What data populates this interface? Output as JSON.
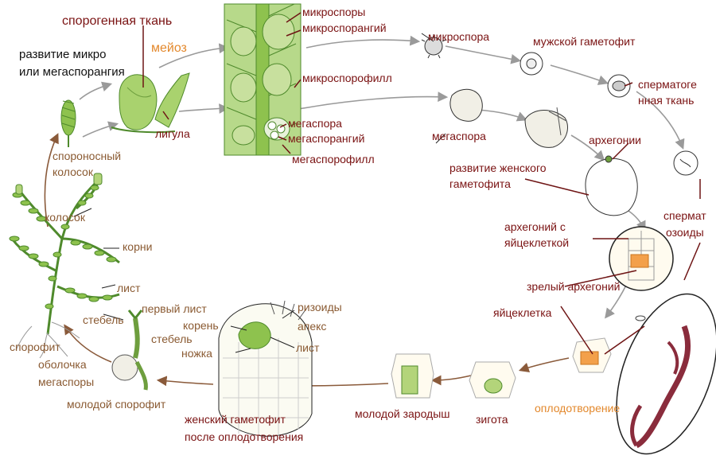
{
  "colors": {
    "plant_green": "#8ec24e",
    "plant_dark": "#4f8a2c",
    "label_dark_red": "#7a1212",
    "label_brown": "#8a5a32",
    "label_orange": "#e3882c",
    "arrow_grey": "#9a9a9a",
    "arrow_brown": "#8a5a3a",
    "sperm_red": "#8a2c3c",
    "egg_orange": "#f3a04a"
  },
  "labels": {
    "sporogenous_tissue": "спорогенная ткань",
    "meiosis": "мейоз",
    "development_line1": "развитие микро",
    "development_line2": "или мегаспорангия",
    "ligula": "лигула",
    "strobilus_line1": "спороносный",
    "strobilus_line2": "колосок",
    "microspores": "микроспоры",
    "microsporangium": "микроспорангий",
    "microsporophyll": "микроспорофилл",
    "megaspore_left": "мегаспора",
    "megasporangium": "мегаспорангий",
    "megasporophyll": "мегаспорофилл",
    "microspore": "микроспора",
    "male_gametophyte": "мужской гаметофит",
    "spermatogenous_line1": "спермато­ге",
    "spermatogenous_line2": "нная ткань",
    "megaspore_right": "мегаспора",
    "archegonia": "архегонии",
    "female_dev_line1": "развитие женского",
    "female_dev_line2": "гаметофита",
    "spermatozoids_line1": "спермат",
    "spermatozoids_line2": "озоиды",
    "archegonium_egg_line1": "архегоний с",
    "archegonium_egg_line2": "яйцеклеткой",
    "mature_archegonium": "зрелый архегоний",
    "egg_cell": "яйцеклетка",
    "fertilization": "оплодотворение",
    "zygote": "зигота",
    "young_embryo": "молодой зародыш",
    "female_after_line1": "женский гаметофит",
    "female_after_line2": "после оплодотворения",
    "young_sporophyte": "молодой спорофит",
    "megaspore_coat_line1": "оболочка",
    "megaspore_coat_line2": "мегаспоры",
    "sporophyte": "спорофит",
    "stem_left": "стебель",
    "leaf_left": "лист",
    "roots": "корни",
    "strobilus_small": "колосок",
    "first_leaf": "первый лист",
    "stem_small": "стебель",
    "root_small": "корень",
    "foot": "ножка",
    "rhizoids": "ризоиды",
    "apex": "апекс",
    "leaf_small": "лист"
  }
}
